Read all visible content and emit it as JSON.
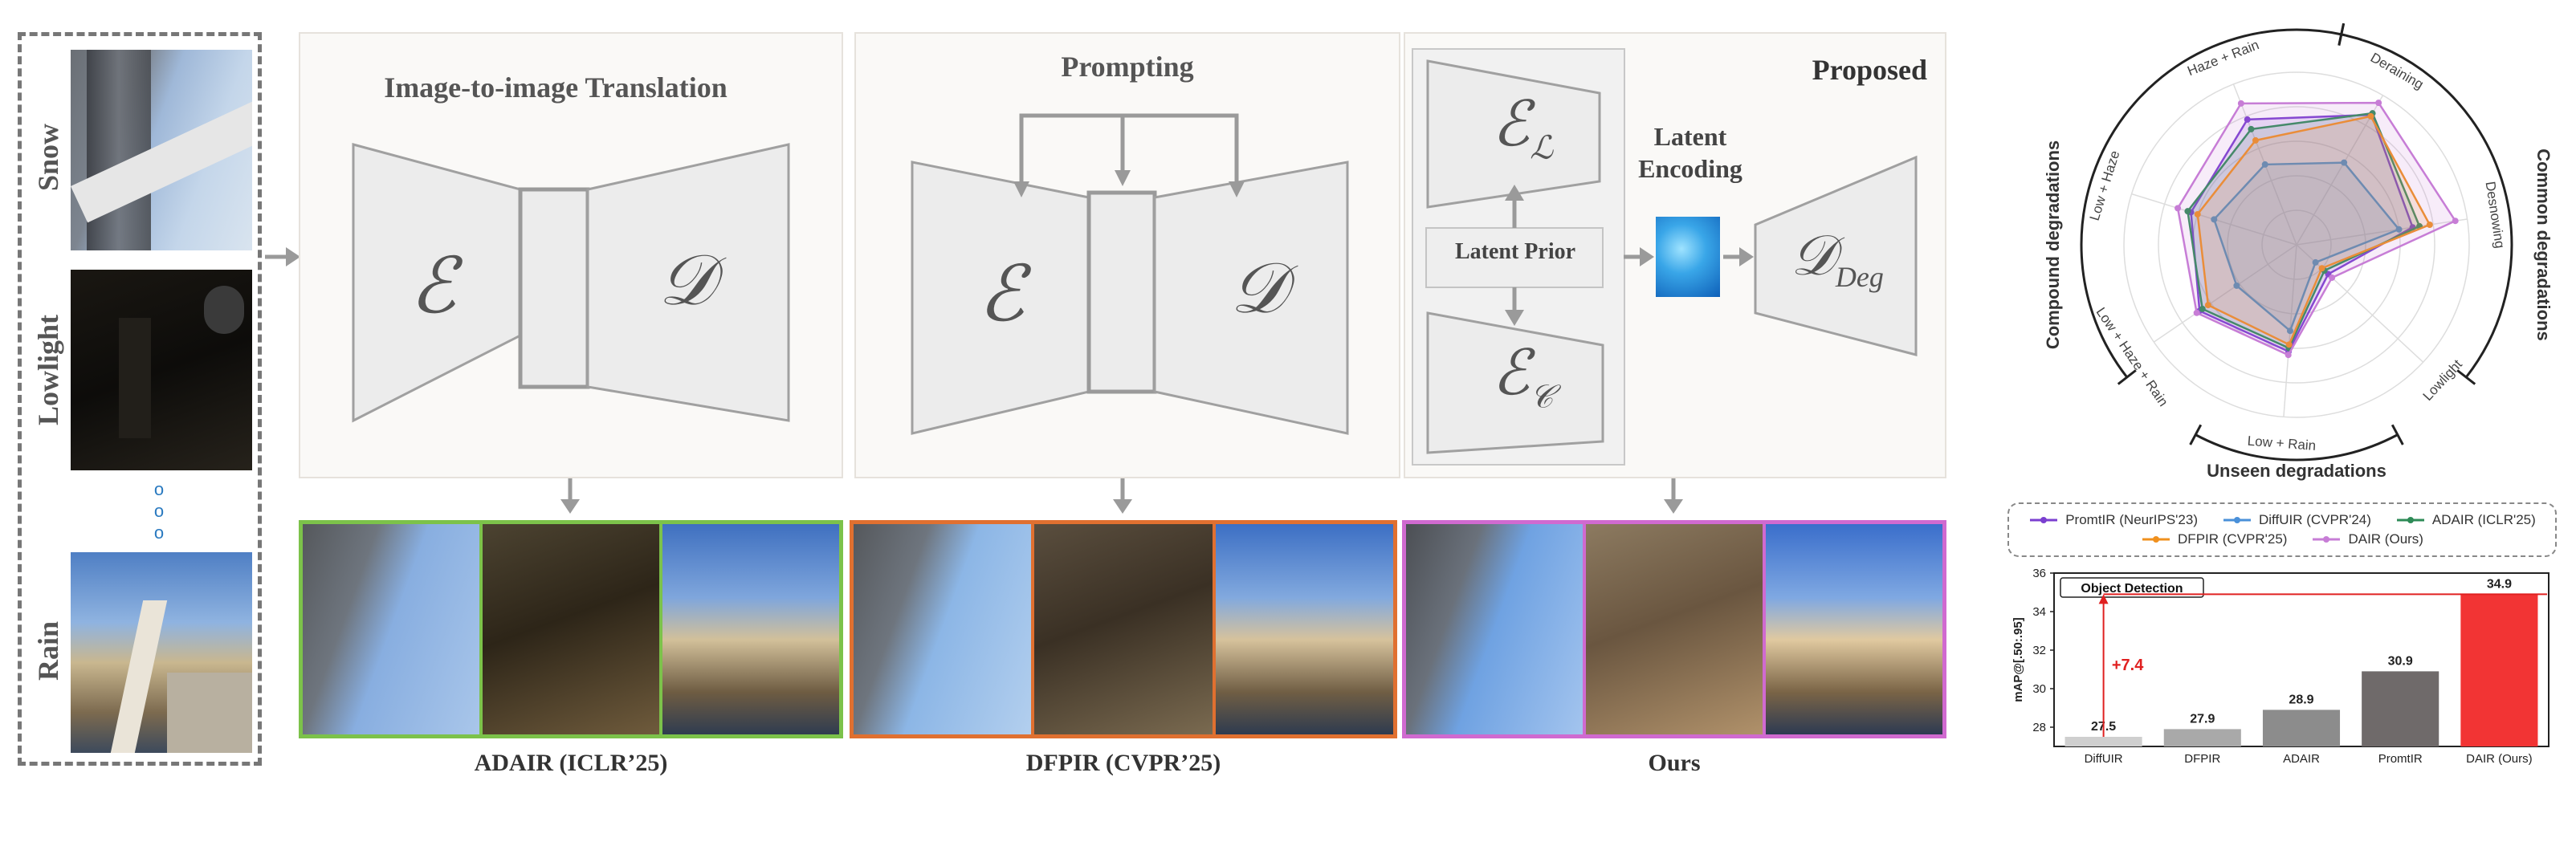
{
  "inputs": {
    "labels": [
      "Snow",
      "Lowlight",
      "Rain"
    ],
    "ellipsis": [
      "o",
      "o",
      "o"
    ]
  },
  "panels": {
    "translation": {
      "title": "Image-to-image Translation",
      "encoder": "ℰ",
      "decoder": "𝒟",
      "caption": "ADAIR (ICLR’25)"
    },
    "prompting": {
      "title": "Prompting",
      "encoder": "ℰ",
      "decoder": "𝒟",
      "caption": "DFPIR (CVPR’25)"
    },
    "proposed": {
      "title": "Proposed",
      "encoder_l": "ℰ",
      "encoder_l_sub": "ℒ",
      "encoder_c": "ℰ",
      "encoder_c_sub": "𝒞",
      "latent_prior": "Latent Prior",
      "latent_encoding_1": "Latent",
      "latent_encoding_2": "Encoding",
      "decoder": "𝒟",
      "decoder_sub": "Deg",
      "caption": "Ours"
    }
  },
  "colors": {
    "adair_border": "#7cc24a",
    "dfpir_border": "#e07030",
    "ours_border": "#d06ad0",
    "arrow": "#9a9a9a"
  },
  "radar": {
    "axes": [
      "Deraining",
      "Desnowing",
      "Lowlight",
      "Low + Rain",
      "Low + Haze + Rain",
      "Low + Haze",
      "Haze + Rain"
    ],
    "groups": {
      "common": "Common degradations",
      "unseen": "Unseen degradations",
      "compound": "Compound degradations"
    },
    "series": [
      {
        "name": "PromtIR (NeurIPS'23)",
        "color": "#7b3fd0",
        "values": [
          0.87,
          0.68,
          0.25,
          0.62,
          0.68,
          0.64,
          0.78
        ]
      },
      {
        "name": "DiffUIR (CVPR'24)",
        "color": "#4a90d9",
        "values": [
          0.55,
          0.6,
          0.15,
          0.5,
          0.42,
          0.5,
          0.5
        ]
      },
      {
        "name": "ADAIR (ICLR'25)",
        "color": "#2e8b57",
        "values": [
          0.88,
          0.72,
          0.22,
          0.6,
          0.66,
          0.66,
          0.72
        ]
      },
      {
        "name": "DFPIR (CVPR'25)",
        "color": "#f0901e",
        "values": [
          0.86,
          0.78,
          0.2,
          0.58,
          0.62,
          0.6,
          0.65
        ]
      },
      {
        "name": "DAIR (Ours)",
        "color": "#c77dd6",
        "values": [
          0.95,
          0.93,
          0.28,
          0.64,
          0.7,
          0.72,
          0.88
        ]
      }
    ]
  },
  "chart_data": {
    "type": "bar",
    "title": "Object Detection",
    "ylabel": "mAP@[.50:.95]",
    "categories": [
      "DiffUIR",
      "DFPIR",
      "ADAIR",
      "PromtIR",
      "DAIR (Ours)"
    ],
    "values": [
      27.5,
      27.9,
      28.9,
      30.9,
      34.9
    ],
    "labels": [
      "27.5",
      "27.9",
      "28.9",
      "30.9",
      "34.9"
    ],
    "colors": [
      "#cfcfcf",
      "#a9a9a9",
      "#8c8c8c",
      "#6f6a6a",
      "#f23434"
    ],
    "ylim": [
      27,
      36
    ],
    "yticks": [
      "28",
      "30",
      "32",
      "34",
      "36"
    ],
    "ytick_values": [
      28,
      30,
      32,
      34,
      36
    ],
    "annotation": "+7.4",
    "annotation_color": "#e02020"
  }
}
